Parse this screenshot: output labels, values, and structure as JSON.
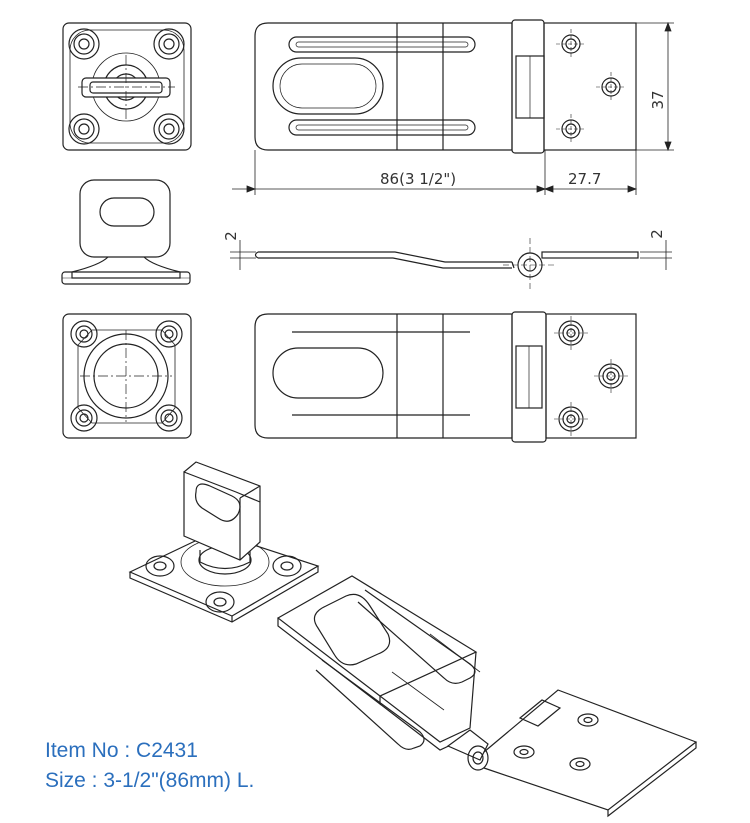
{
  "dimensions": {
    "length": "86(3 1/2\")",
    "leaf_width": "27.7",
    "height": "37",
    "thickness_left": "2",
    "thickness_right": "2"
  },
  "caption": {
    "item": "Item No : C2431",
    "size": "Size : 3-1/2\"(86mm) L."
  },
  "colors": {
    "line": "#222222",
    "caption": "#2b6fbd"
  }
}
